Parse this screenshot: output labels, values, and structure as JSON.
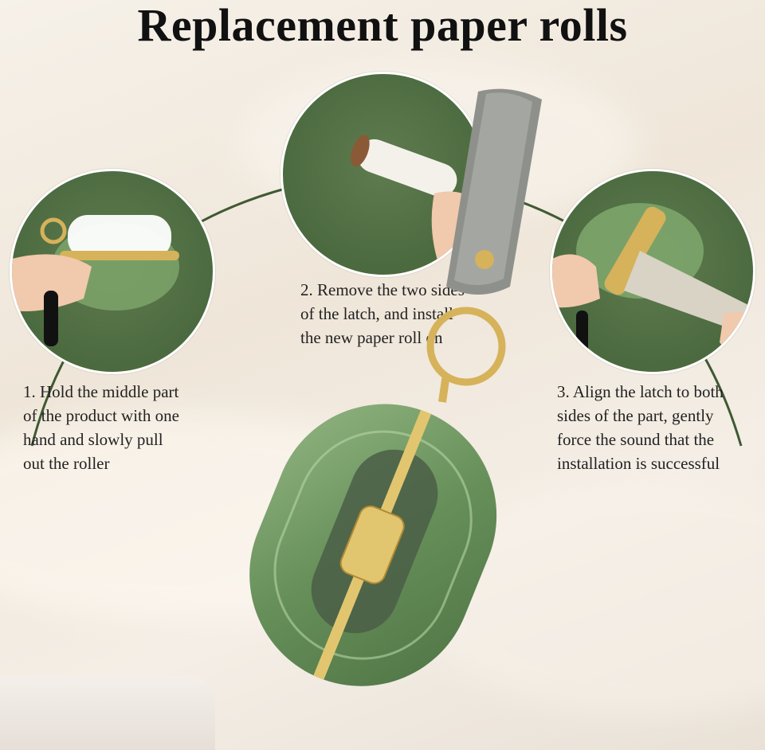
{
  "title": "Replacement paper rolls",
  "steps": [
    {
      "text": "1. Hold the middle part\nof the product with one\nhand and slowly pull\nout the roller"
    },
    {
      "text": "2. Remove the two sides\nof the latch, and install\nthe new paper roll on"
    },
    {
      "text": "3. Align the latch to both\nsides of the part, gently\nforce the sound that the\ninstallation is successful"
    }
  ],
  "colors": {
    "green": "#4c6a3f",
    "gold": "#d6b25a",
    "case": "#6f9a62"
  }
}
